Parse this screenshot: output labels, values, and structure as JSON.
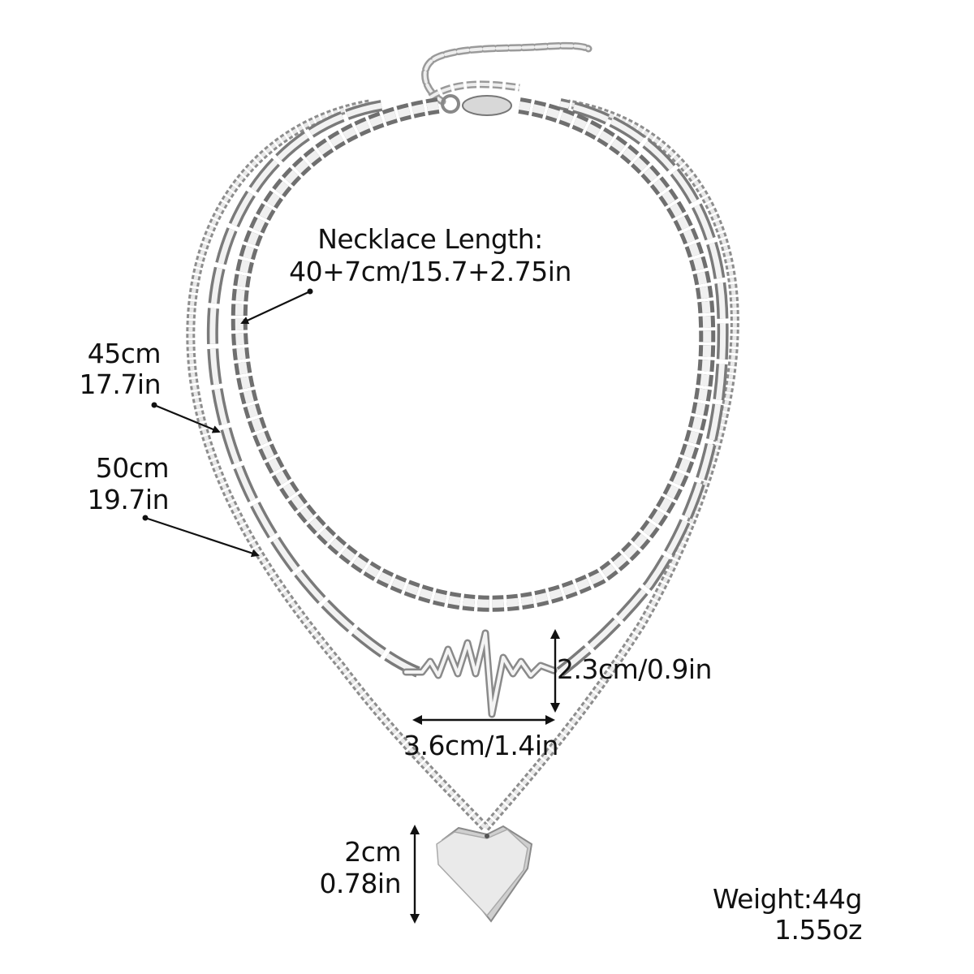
{
  "product": {
    "type": "layered silver necklace",
    "layers": 3,
    "pendants": [
      "heartbeat-ecg-pendant",
      "geometric-heart-pendant"
    ]
  },
  "annotations": {
    "necklace_length": {
      "title": "Necklace Length:",
      "value": "40+7cm/15.7+2.75in"
    },
    "layer_2": {
      "cm": "45cm",
      "in": "17.7in"
    },
    "layer_3": {
      "cm": "50cm",
      "in": "19.7in"
    },
    "heartbeat_height": "2.3cm/0.9in",
    "heartbeat_width": "3.6cm/1.4in",
    "heart_size": {
      "cm": "2cm",
      "in": "0.78in"
    },
    "weight": {
      "g": "Weight:44g",
      "oz": "1.55oz"
    }
  },
  "colors": {
    "background": "#ffffff",
    "silver_light": "#e6e6e6",
    "silver_mid": "#b8b8b8",
    "silver_dark": "#6e6e6e",
    "annotation": "#111111"
  }
}
